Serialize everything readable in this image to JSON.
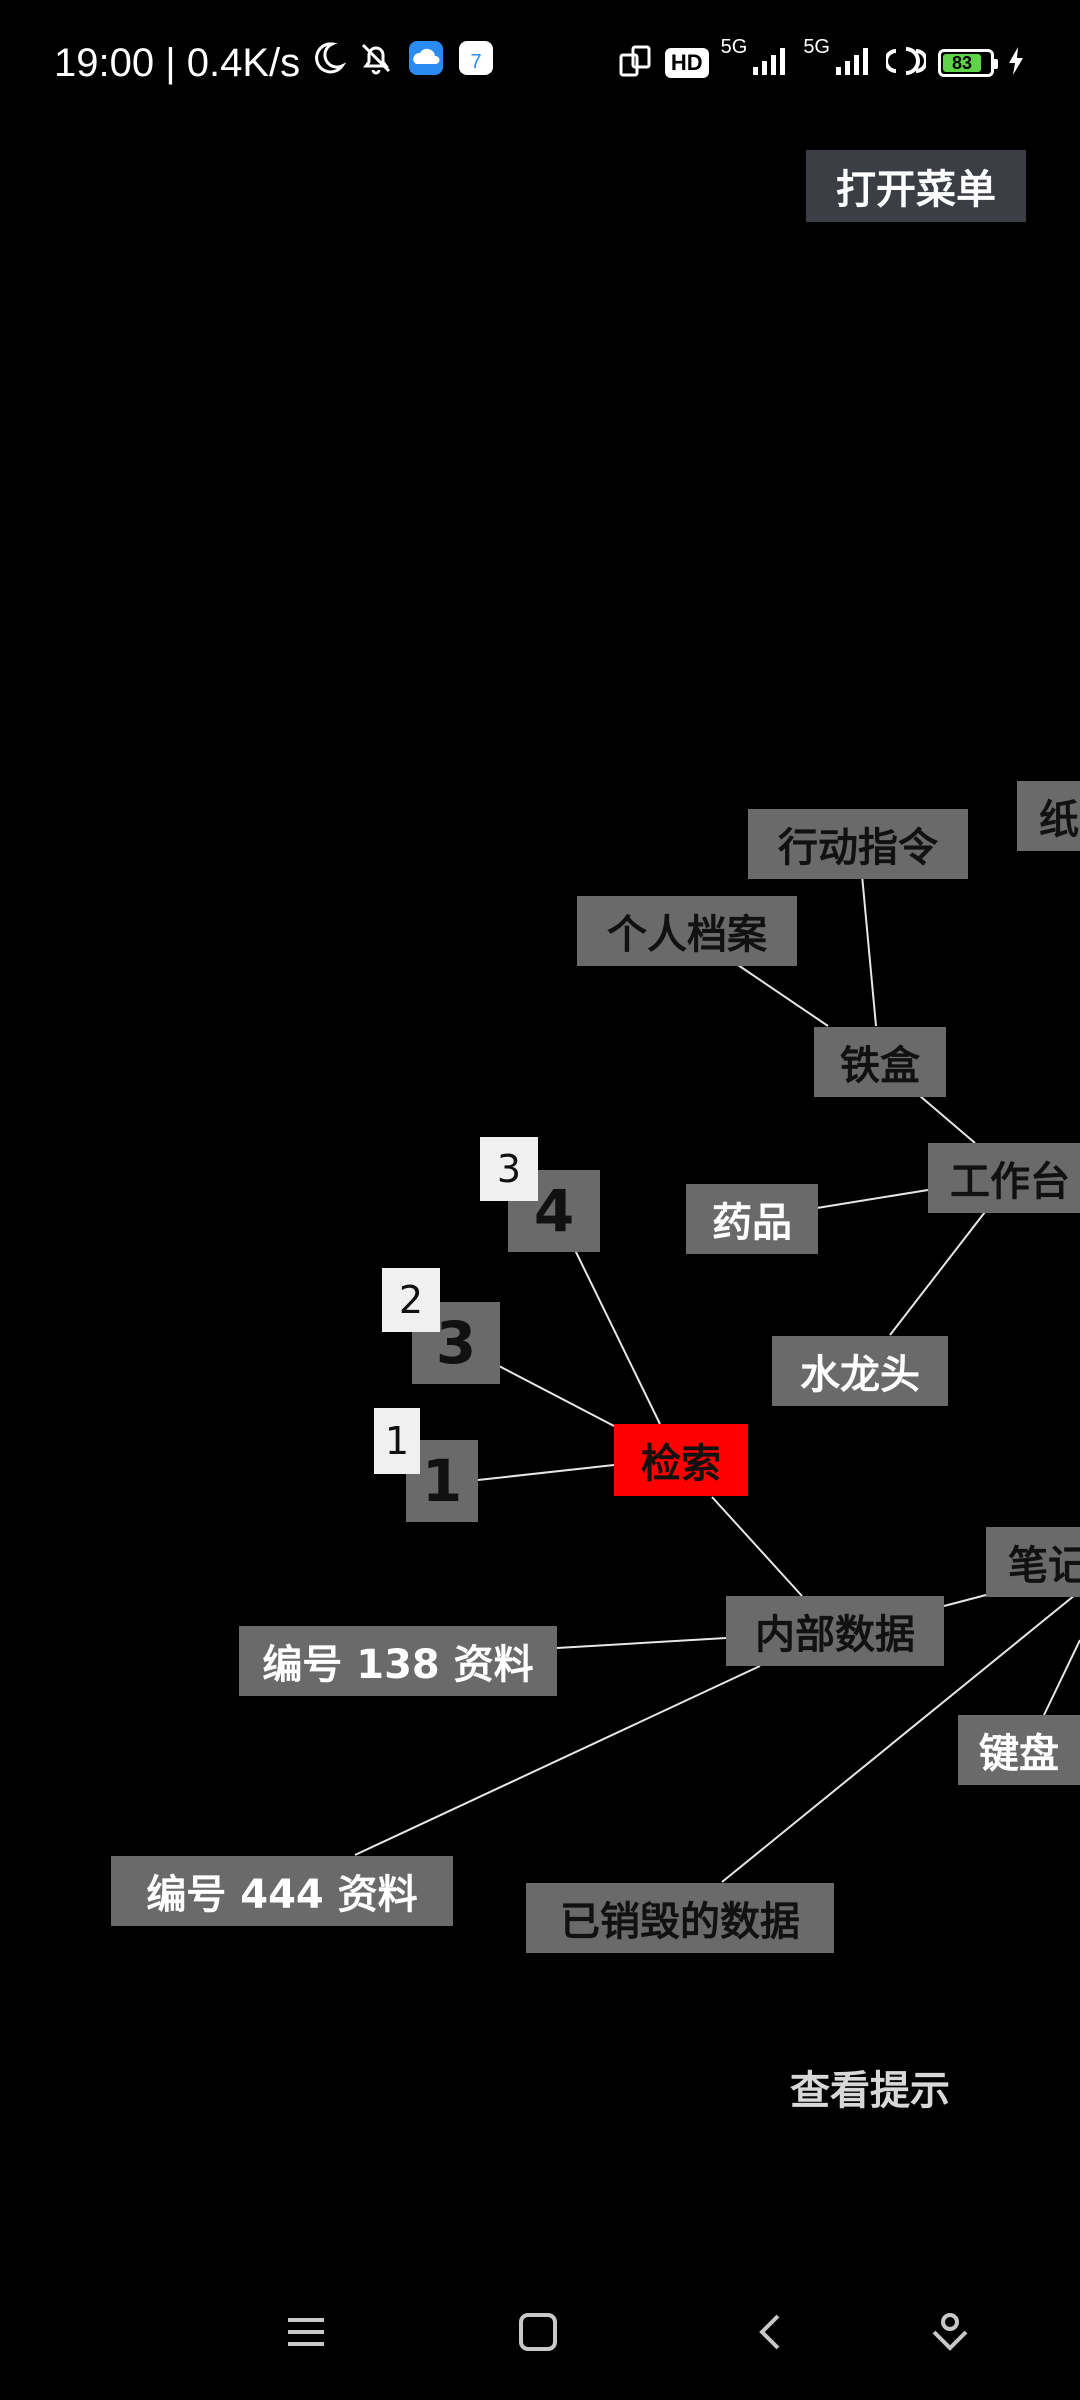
{
  "status_bar": {
    "time_speed": "19:00 | 0.4K/s",
    "network_label": "HD",
    "sig1": "5G",
    "sig2": "5G",
    "battery": "83"
  },
  "menu_button_label": "打开菜单",
  "hint_label": "查看提示",
  "nodes": {
    "xingdong": "行动指令",
    "zhi": "纸",
    "dangan": "个人档案",
    "tiehe": "铁盒",
    "gongzuotai": "工作台",
    "yaopin": "药品",
    "shuilongtou": "水龙头",
    "jiansuo": "检索",
    "biji": "笔记",
    "neibu": "内部数据",
    "bianhao138": "编号 138 资料",
    "jianpan": "键盘",
    "bianhao444": "编号 444 资料",
    "xiaohui": "已销毁的数据",
    "num4": "4",
    "num3": "3",
    "num1": "1"
  },
  "badges": {
    "b3": "3",
    "b2": "2",
    "b1": "1"
  }
}
